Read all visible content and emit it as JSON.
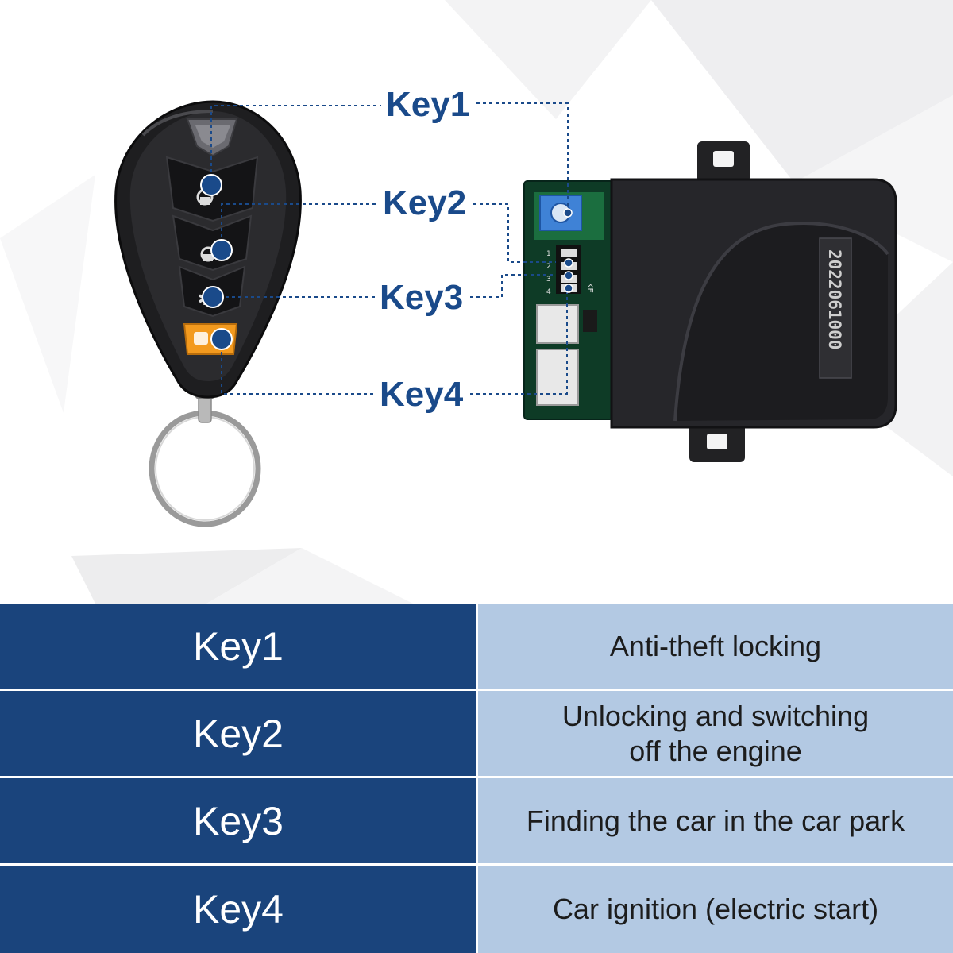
{
  "callouts": [
    "Key1",
    "Key2",
    "Key3",
    "Key4"
  ],
  "receiver": {
    "serial": "2022061000",
    "pin_labels": [
      "1",
      "2",
      "3",
      "4"
    ],
    "board_mark": "KE"
  },
  "table": {
    "rows": [
      {
        "key": "Key1",
        "description": [
          "Anti-theft locking"
        ]
      },
      {
        "key": "Key2",
        "description": [
          "Unlocking and switching",
          "off the engine"
        ]
      },
      {
        "key": "Key3",
        "description": [
          "Finding the car in the car park"
        ]
      },
      {
        "key": "Key4",
        "description": [
          "Car ignition (electric start)"
        ]
      }
    ]
  },
  "colors": {
    "key_cell": "#1a447c",
    "desc_cell": "#b3c9e3",
    "callout_text": "#1a4a8a",
    "marker": "#1a4a8a",
    "ignition_button": "#f39a1e"
  }
}
